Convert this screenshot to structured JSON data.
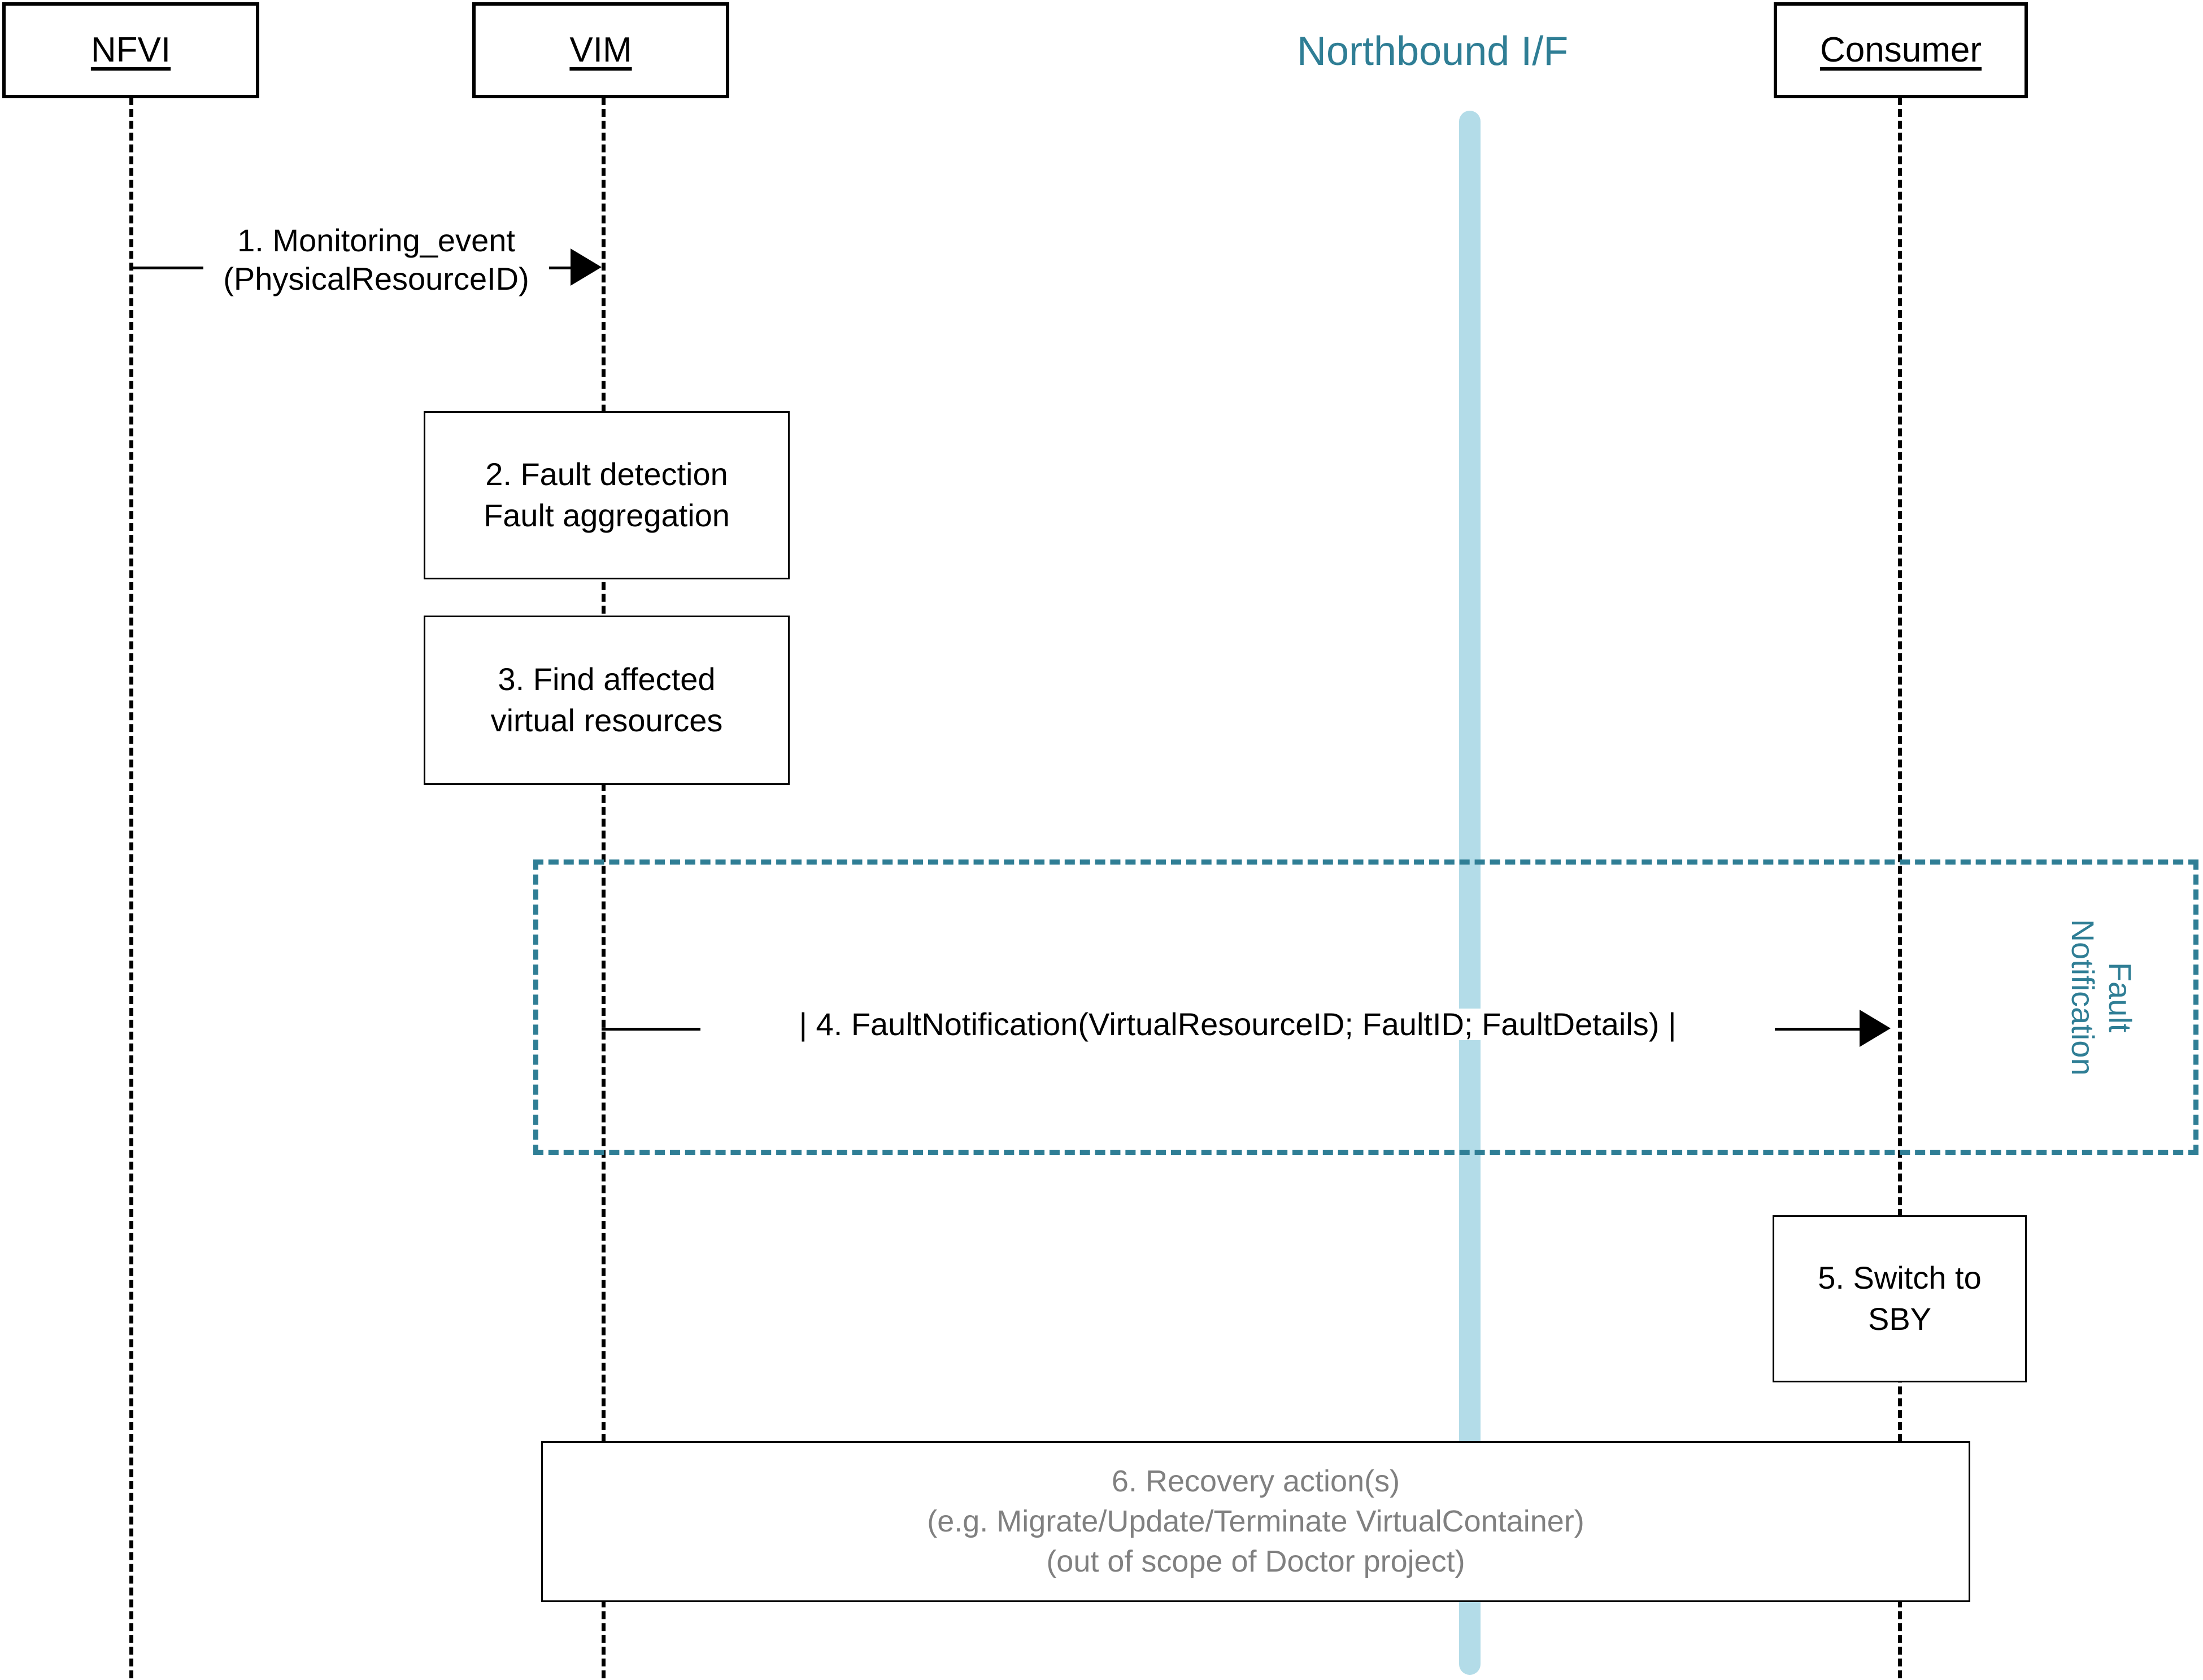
{
  "diagram": {
    "title": "Fault Notification sequence (Doctor project)",
    "colors": {
      "accent_teal": "#2F7E95",
      "interface_bar": "#B3DCE8",
      "out_of_scope_gray": "#808080",
      "line_black": "#000000"
    }
  },
  "actors": [
    {
      "id": "nfvi",
      "label": "NFVI"
    },
    {
      "id": "vim",
      "label": "VIM"
    },
    {
      "id": "consumer",
      "label": "Consumer"
    }
  ],
  "interface": {
    "label": "Northbound I/F",
    "bar_name": "northbound-interface-bar"
  },
  "messages": [
    {
      "id": "m1",
      "number": "1.",
      "line1": "1. Monitoring_event",
      "line2": "(PhysicalResourceID)",
      "from": "nfvi",
      "to": "vim"
    },
    {
      "id": "m4",
      "number": "4.",
      "text": "| 4. FaultNotification(VirtualResourceID; FaultID; FaultDetails) |",
      "from": "vim",
      "to": "consumer"
    }
  ],
  "process_boxes": [
    {
      "id": "p2",
      "owner": "vim",
      "lines": [
        "2. Fault detection",
        "Fault aggregation"
      ]
    },
    {
      "id": "p3",
      "owner": "vim",
      "lines": [
        "3. Find affected",
        "virtual resources"
      ]
    },
    {
      "id": "p5",
      "owner": "consumer",
      "lines": [
        "5. Switch to",
        "SBY"
      ]
    },
    {
      "id": "p6",
      "owner": "span",
      "lines": [
        "6. Recovery action(s)",
        "(e.g. Migrate/Update/Terminate VirtualContainer)",
        "(out of scope of Doctor project)"
      ]
    }
  ],
  "fragment": {
    "id": "fault-notification-fragment",
    "title_line1": "Fault",
    "title_line2": "Notification"
  }
}
